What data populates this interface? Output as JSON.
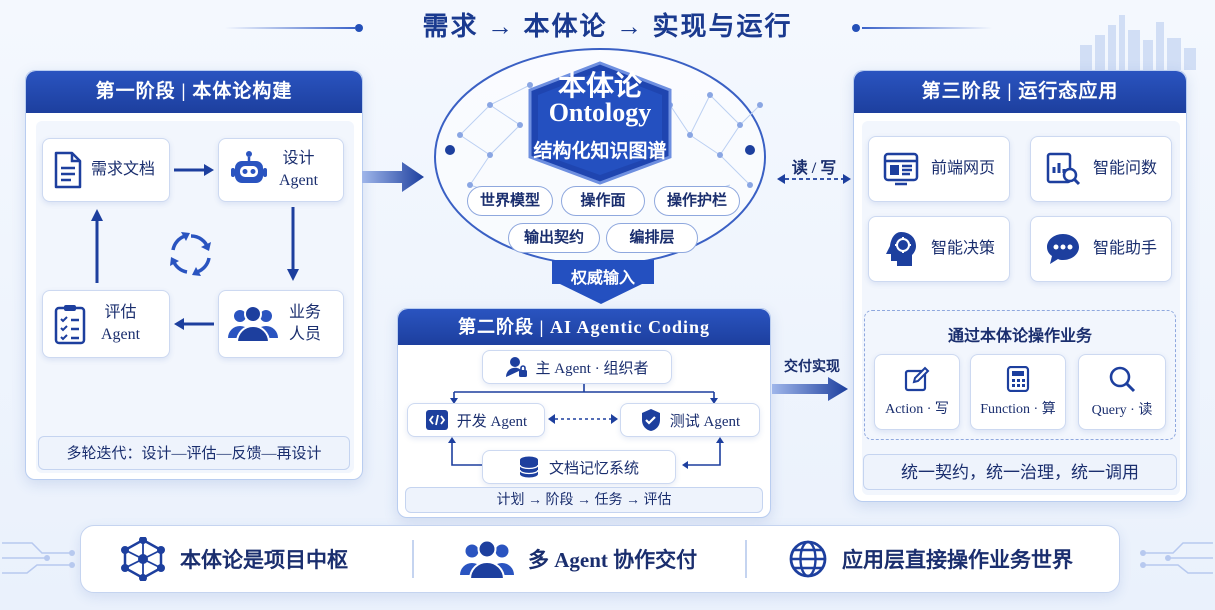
{
  "header": {
    "title": "需求 → 本体论 → 实现与运行"
  },
  "stage1": {
    "title": "第一阶段 | 本体论构建",
    "cards": {
      "requirements": "需求文档",
      "design_agent_1": "设计",
      "design_agent_2": "Agent",
      "business_1": "业务",
      "business_2": "人员",
      "eval_agent_1": "评估",
      "eval_agent_2": "Agent"
    },
    "footer": "多轮迭代：设计—评估—反馈—再设计"
  },
  "ontology": {
    "title_cn": "本体论",
    "title_en": "Ontology",
    "subtitle": "结构化知识图谱",
    "tags": [
      "世界模型",
      "操作面",
      "操作护栏",
      "输出契约",
      "编排层"
    ],
    "down_label": "权威输入",
    "rw_label": "读 / 写"
  },
  "stage2": {
    "title": "第二阶段 | AI Agentic Coding",
    "main_agent": "主 Agent · 组织者",
    "dev_agent": "开发 Agent",
    "test_agent": "测试 Agent",
    "memory": "文档记忆系统",
    "footer": "计划 → 阶段 → 任务 → 评估",
    "deliver_label": "交付实现"
  },
  "stage3": {
    "title": "第三阶段 | 运行态应用",
    "apps": [
      "前端网页",
      "智能问数",
      "智能决策",
      "智能助手"
    ],
    "ops_title": "通过本体论操作业务",
    "ops": [
      "Action · 写",
      "Function · 算",
      "Query · 读"
    ],
    "footer": "统一契约，统一治理，统一调用"
  },
  "bottom": {
    "items": [
      "本体论是项目中枢",
      "多 Agent 协作交付",
      "应用层直接操作业务世界"
    ]
  },
  "colors": {
    "primary": "#1d3f9e",
    "accent": "#2a54c0",
    "light": "#eef3fc"
  }
}
